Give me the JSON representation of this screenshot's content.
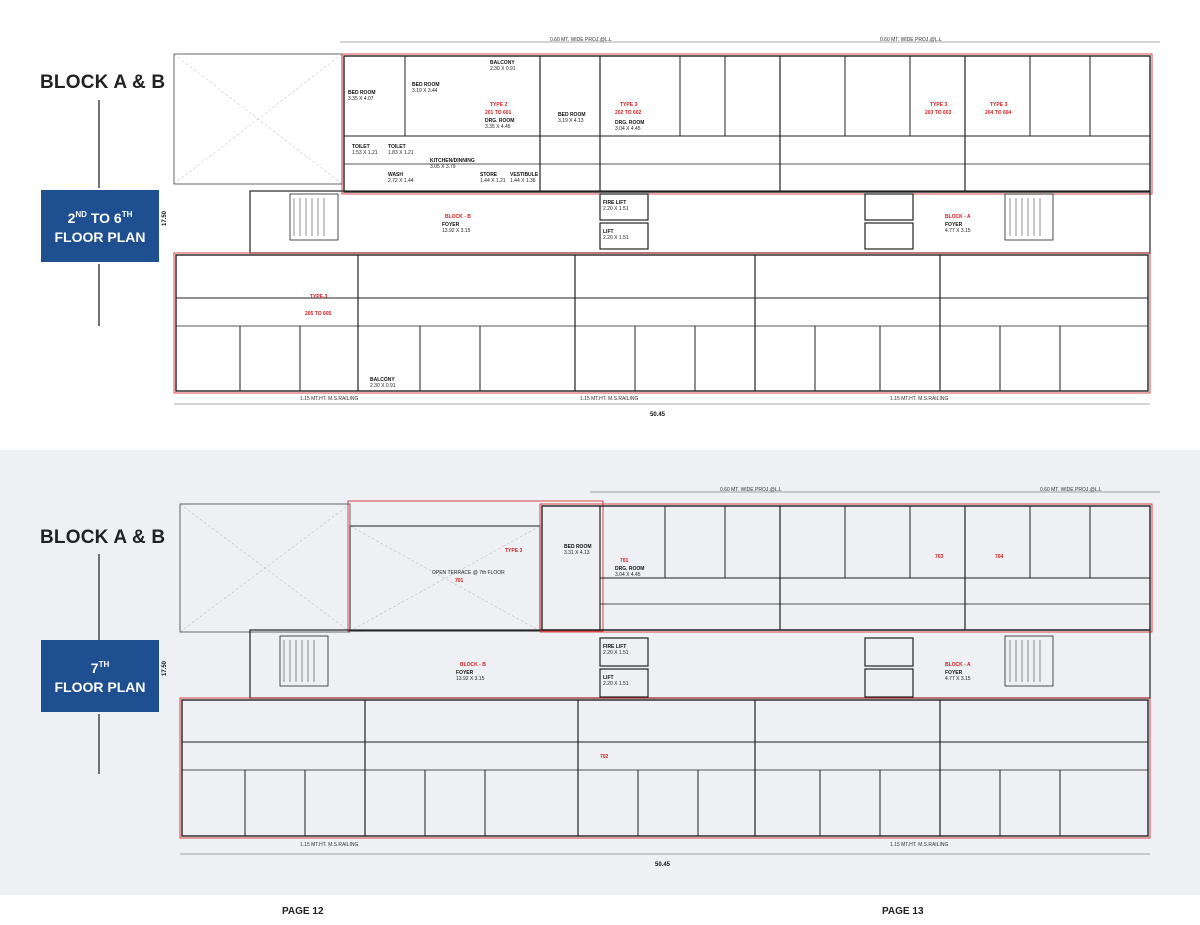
{
  "top": {
    "block_title": "BLOCK A & B",
    "badge_line1_pre": "2",
    "badge_line1_sup1": "ND",
    "badge_line1_mid": " TO 6",
    "badge_line1_sup2": "TH",
    "badge_line2": "FLOOR PLAN",
    "width_dim": "50.45",
    "height_dim": "17.50",
    "projection_note": "0.60 MT. WIDE PROJ.@L.L",
    "railing_note": "1.15 MT.HT. M.S.RAILING",
    "rooms": [
      {
        "name": "BED ROOM",
        "size": "3.35 X 4.07"
      },
      {
        "name": "BED ROOM",
        "size": "3.19 X 3.44"
      },
      {
        "name": "BALCONY",
        "size": "2.30 X 0.91"
      },
      {
        "name": "TYPE 2",
        "size": ""
      },
      {
        "name": "201 TO 601",
        "size": ""
      },
      {
        "name": "DRG. ROOM",
        "size": "3.35 X 4.45"
      },
      {
        "name": "KITCHEN/DINNING",
        "size": "3.05 X 3.79"
      },
      {
        "name": "TOILET",
        "size": "1.53 X 1.21"
      },
      {
        "name": "TOILET",
        "size": "1.83 X 1.21"
      },
      {
        "name": "WASH",
        "size": "2.72 X 1.44"
      },
      {
        "name": "STORE",
        "size": "1.44 X 1.21"
      },
      {
        "name": "VESTIBULE",
        "size": "1.44 X 1.36"
      },
      {
        "name": "BED ROOM",
        "size": "3.19 X 4.13"
      },
      {
        "name": "TYPE 3",
        "size": ""
      },
      {
        "name": "202 TO 602",
        "size": ""
      },
      {
        "name": "DRG. ROOM",
        "size": "3.04 X 4.45"
      },
      {
        "name": "BLOCK - B",
        "size": ""
      },
      {
        "name": "FOYER",
        "size": "13.92 X 3.15"
      },
      {
        "name": "FIRE LIFT",
        "size": "2.20 X 1.51"
      },
      {
        "name": "LIFT",
        "size": "2.20 X 1.51"
      },
      {
        "name": "BLOCK - A",
        "size": ""
      },
      {
        "name": "FOYER",
        "size": "4.77 X 3.15"
      },
      {
        "name": "TYPE 3",
        "size": ""
      },
      {
        "name": "203 TO 603",
        "size": ""
      },
      {
        "name": "TYPE 3",
        "size": ""
      },
      {
        "name": "204 TO 604",
        "size": ""
      },
      {
        "name": "TYPE 3",
        "size": ""
      },
      {
        "name": "205 TO 605",
        "size": ""
      },
      {
        "name": "BALCONY",
        "size": "2.30 X 0.91"
      }
    ]
  },
  "bottom": {
    "block_title": "BLOCK A & B",
    "badge_line1_pre": "7",
    "badge_line1_sup": "TH",
    "badge_line2": "FLOOR PLAN",
    "width_dim": "50.45",
    "height_dim": "17.50",
    "projection_note": "0.60 MT. WIDE PROJ.@L.L",
    "railing_note": "1.15 MT.HT. M.S.RAILING",
    "terrace_label": "OPEN TERRACE @ 7th FLOOR",
    "terrace_unit": "701",
    "rooms": [
      {
        "name": "TYPE 3",
        "size": ""
      },
      {
        "name": "701",
        "size": ""
      },
      {
        "name": "BED ROOM",
        "size": "3.31 X 4.13"
      },
      {
        "name": "DRG. ROOM",
        "size": "3.04 X 4.45"
      },
      {
        "name": "BLOCK - B",
        "size": ""
      },
      {
        "name": "FOYER",
        "size": "13.92 X 3.15"
      },
      {
        "name": "BLOCK - A",
        "size": ""
      },
      {
        "name": "FOYER",
        "size": "4.77 X 3.15"
      },
      {
        "name": "FIRE LIFT",
        "size": "2.20 X 1.51"
      },
      {
        "name": "LIFT",
        "size": "2.20 X 1.51"
      },
      {
        "name": "703",
        "size": ""
      },
      {
        "name": "704",
        "size": ""
      },
      {
        "name": "702",
        "size": ""
      }
    ]
  },
  "pages": {
    "left": "PAGE 12",
    "right": "PAGE 13"
  }
}
